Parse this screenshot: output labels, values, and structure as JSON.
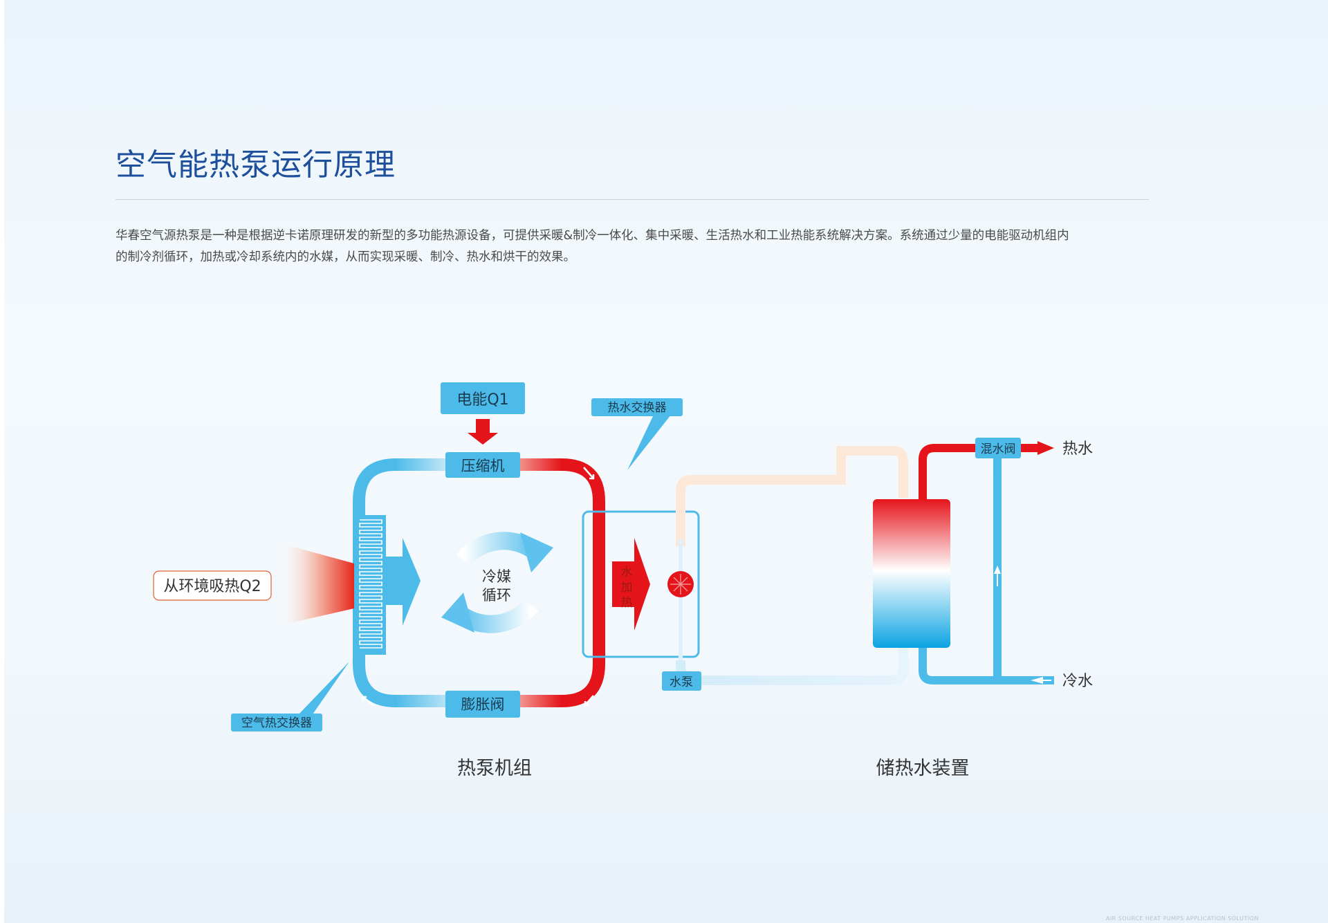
{
  "page": {
    "title": "空气能热泵运行原理",
    "intro_lines": [
      "华春空气源热泵是一种是根据逆卡诺原理研发的新型的多功能热源设备，可提供采暖&制冷一体化、集中采暖、生活热水和工业热能系统解决方案。系统通过少量的电能驱动机组内",
      "的制冷剂循环，加热或冷却系统内的水媒，从而实现采暖、制冷、热水和烘干的效果。"
    ],
    "footer": "AIR SOURCE HEAT PUMPS APPLICATION SOLUTION"
  },
  "diagram": {
    "labels": {
      "electric": "电能Q1",
      "compressor": "压缩机",
      "hot_exchanger": "热水交换器",
      "ambient": "从环境吸热Q2",
      "cycle_line1": "冷媒",
      "cycle_line2": "循环",
      "water_heating": "水加热",
      "water_pump": "水泵",
      "expansion": "膨胀阀",
      "air_exchanger": "空气热交换器",
      "unit_caption": "热泵机组",
      "storage_caption": "储热水装置",
      "mixing_valve": "混水阀",
      "hot_water": "热水",
      "cold_water": "冷水"
    },
    "colors": {
      "accent_blue": "#4cbbe9",
      "hot_red": "#e5141b",
      "title_blue": "#1d4f9c"
    }
  }
}
